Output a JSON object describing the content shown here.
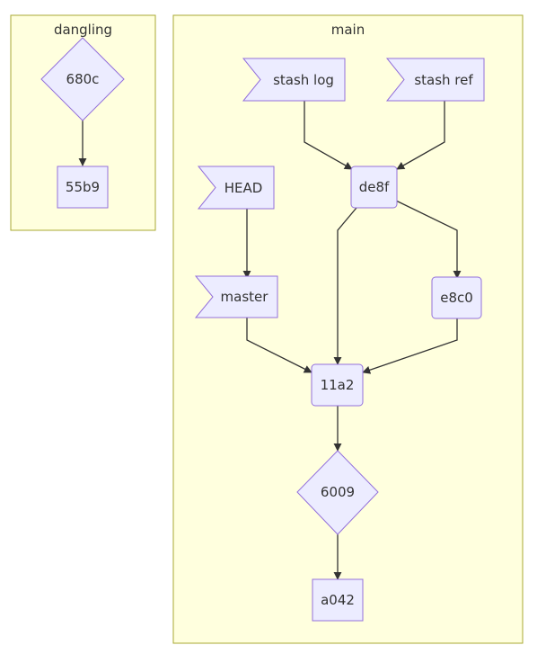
{
  "colors": {
    "cluster_fill": "#ffffde",
    "cluster_stroke": "#aaaa33",
    "node_fill": "#ececff",
    "node_stroke": "#9370db",
    "edge": "#333333",
    "text": "#333333"
  },
  "clusters": {
    "dangling": {
      "label": "dangling"
    },
    "main": {
      "label": "main"
    }
  },
  "nodes": {
    "n680c": {
      "label": "680c",
      "shape": "diamond"
    },
    "n55b9": {
      "label": "55b9",
      "shape": "rect"
    },
    "stashlog": {
      "label": "stash log",
      "shape": "flag"
    },
    "stashref": {
      "label": "stash ref",
      "shape": "flag"
    },
    "head": {
      "label": "HEAD",
      "shape": "flag"
    },
    "de8f": {
      "label": "de8f",
      "shape": "rounded-rect"
    },
    "master": {
      "label": "master",
      "shape": "flag"
    },
    "e8c0": {
      "label": "e8c0",
      "shape": "rounded-rect"
    },
    "n11a2": {
      "label": "11a2",
      "shape": "rounded-rect"
    },
    "n6009": {
      "label": "6009",
      "shape": "diamond"
    },
    "a042": {
      "label": "a042",
      "shape": "rect"
    }
  },
  "edges": [
    {
      "from": "680c",
      "to": "55b9"
    },
    {
      "from": "stash log",
      "to": "de8f"
    },
    {
      "from": "stash ref",
      "to": "de8f"
    },
    {
      "from": "HEAD",
      "to": "master"
    },
    {
      "from": "de8f",
      "to": "11a2"
    },
    {
      "from": "de8f",
      "to": "e8c0"
    },
    {
      "from": "master",
      "to": "11a2"
    },
    {
      "from": "e8c0",
      "to": "11a2"
    },
    {
      "from": "11a2",
      "to": "6009"
    },
    {
      "from": "6009",
      "to": "a042"
    }
  ]
}
